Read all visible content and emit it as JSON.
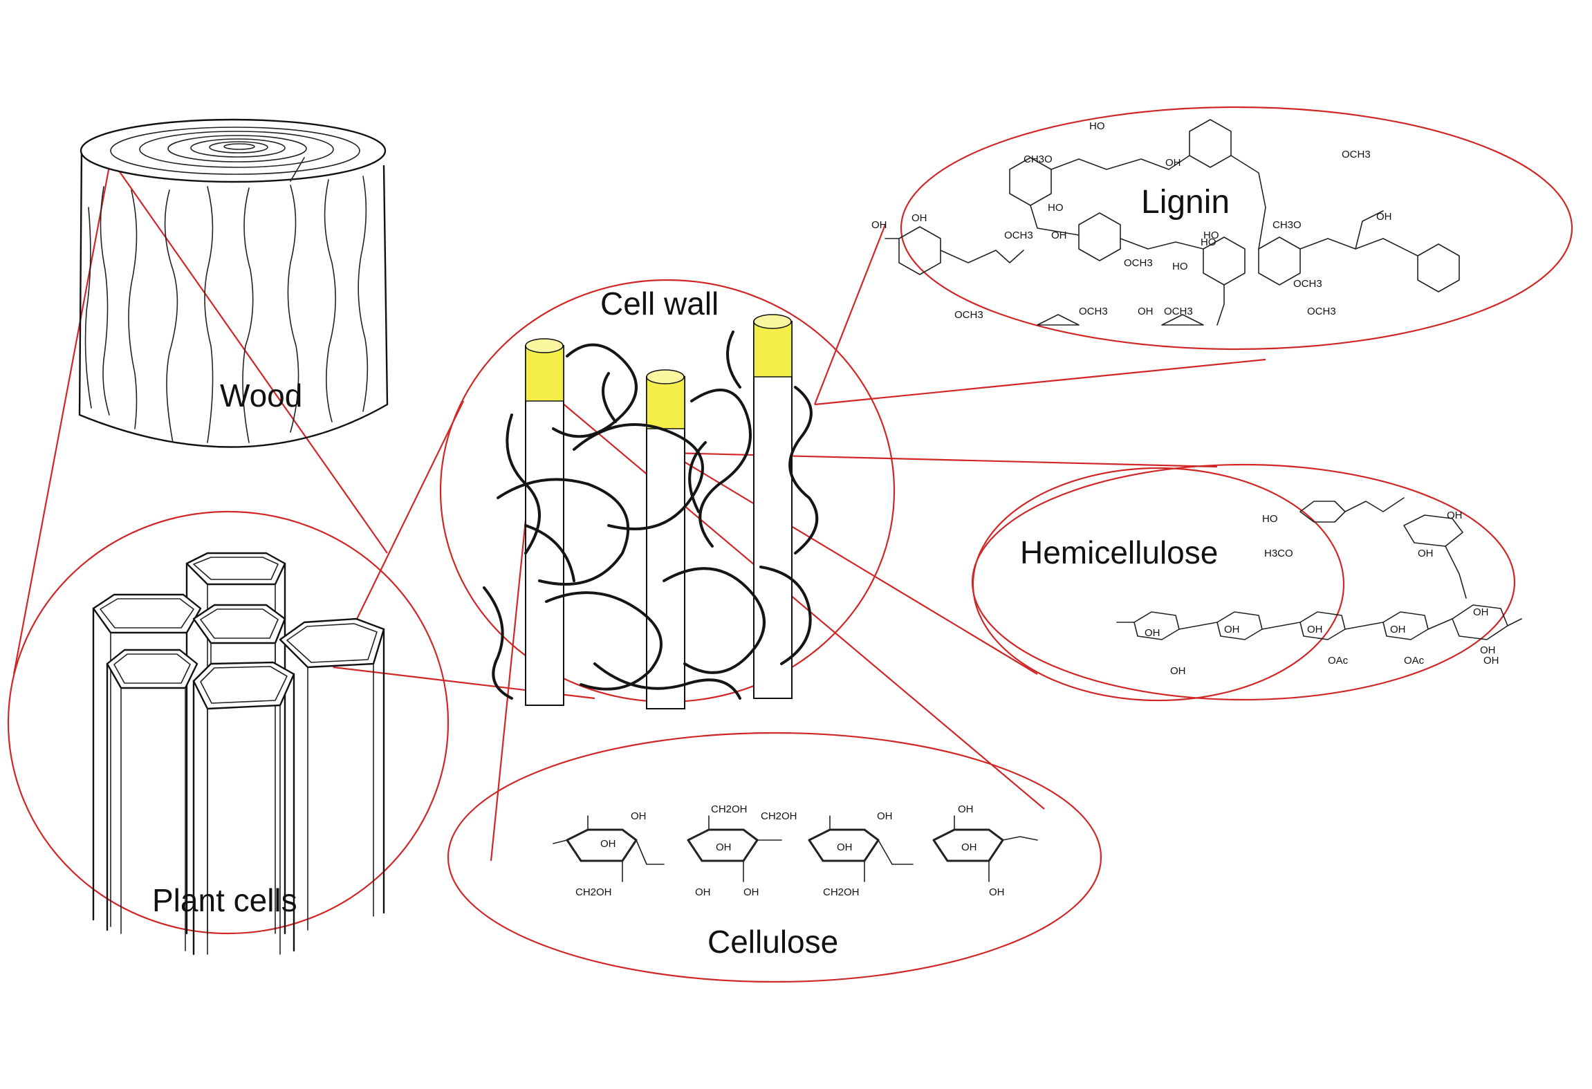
{
  "labels": {
    "wood": "Wood",
    "plant_cells": "Plant cells",
    "cell_wall": "Cell wall",
    "lignin": "Lignin",
    "hemicellulose": "Hemicellulose",
    "cellulose": "Cellulose"
  },
  "chem_text": {
    "lignin": [
      "HO",
      "OH",
      "CH3O",
      "OCH3",
      "HO",
      "CH3O",
      "HO",
      "OH",
      "OH",
      "OCH3",
      "OH",
      "HO",
      "HO",
      "OCH3",
      "OCH3",
      "OCH3",
      "OCH3",
      "OH",
      "OCH3",
      "OH",
      "OCH3"
    ],
    "hemicellulose": [
      "HO",
      "H3CO",
      "OH",
      "OH",
      "OH",
      "OH",
      "OH",
      "OH",
      "OH",
      "OH",
      "OH",
      "OAc",
      "OAc",
      "OH"
    ],
    "cellulose": [
      "OH",
      "CH2OH",
      "OH",
      "CH2OH",
      "OH",
      "OH",
      "OH",
      "OH",
      "OH",
      "OH",
      "CH2OH",
      "OH",
      "CH2OH",
      "OH"
    ]
  },
  "colors": {
    "callout": "#d02626",
    "microfibril_cap": "#f4ee4a",
    "ink": "#111111"
  }
}
